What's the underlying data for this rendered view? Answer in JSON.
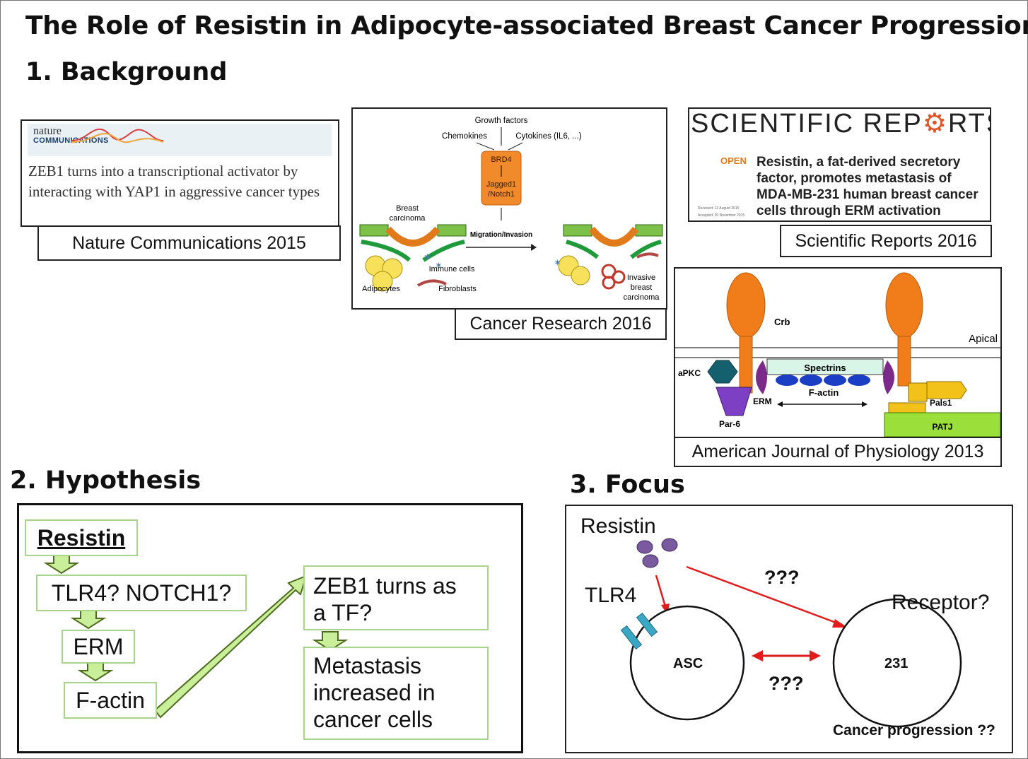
{
  "title": "The Role of Resistin in Adipocyte-associated Breast Cancer Progression",
  "sections": {
    "background": "1. Background",
    "hypothesis": "2. Hypothesis",
    "focus": "3. Focus"
  },
  "panels": {
    "nature": {
      "logo_top": "nature",
      "logo_bottom": "COMMUNICATIONS",
      "article": "ZEB1 turns into a transcriptional activator by interacting with YAP1 in aggressive cancer types",
      "caption": "Nature  Communications  2015"
    },
    "cancer_research": {
      "labels": {
        "growth": "Growth factors",
        "chemokines": "Chemokines",
        "cytokines": "Cytokines (IL6, ...)",
        "brd4": "BRD4",
        "jagged": "Jagged1",
        "notch": "/Notch1",
        "breast": "Breast",
        "carcinoma": "carcinoma",
        "migration": "Migration/Invasion",
        "immune": "Immune cells",
        "adipocytes": "Adipocytes",
        "fibroblasts": "Fibroblasts",
        "invasive": "Invasive",
        "breast2": "breast",
        "carcinoma2": "carcinoma"
      },
      "caption": "Cancer Research 2016"
    },
    "sci_reports": {
      "header_a": "SCIENTIFIC REP",
      "header_b": "RTS",
      "open": "OPEN",
      "received": "Received: 12 August 2015",
      "accepted": "Accepted: 20 November 2015",
      "article": "Resistin, a fat-derived secretory factor, promotes metastasis of MDA-MB-231 human breast cancer cells through ERM activation",
      "caption": "Scientific Reports 2016"
    },
    "ajp": {
      "labels": {
        "crb": "Crb",
        "apical": "Apical",
        "spectrins": "Spectrins",
        "factin": "F-actin",
        "apkc": "aPKC",
        "erm": "ERM",
        "pals1": "Pals1",
        "par6": "Par-6",
        "patj": "PATJ"
      },
      "caption": "American Journal of Physiology 2013"
    }
  },
  "hypothesis": {
    "resistin": "Resistin",
    "tlr4_notch": "TLR4? NOTCH1?",
    "erm": "ERM",
    "factin": "F-actin",
    "zeb1_line1": "ZEB1 turns as",
    "zeb1_line2": "a TF?",
    "meta_line1": "Metastasis",
    "meta_line2": "increased in",
    "meta_line3": "cancer cells"
  },
  "focus": {
    "resistin": "Resistin",
    "tlr4": "TLR4",
    "qq1": "???",
    "receptor": "Receptor?",
    "asc": "ASC",
    "cell231": "231",
    "qq2": "???",
    "progression": "Cancer progression ??"
  },
  "colors": {
    "green_fill": "#c9ef9a",
    "green_border": "#a9d38b",
    "red_arrow": "#e11c1c",
    "purple": "#7a5a9e",
    "teal": "#3aa8c4",
    "orange": "#f07d1a"
  }
}
